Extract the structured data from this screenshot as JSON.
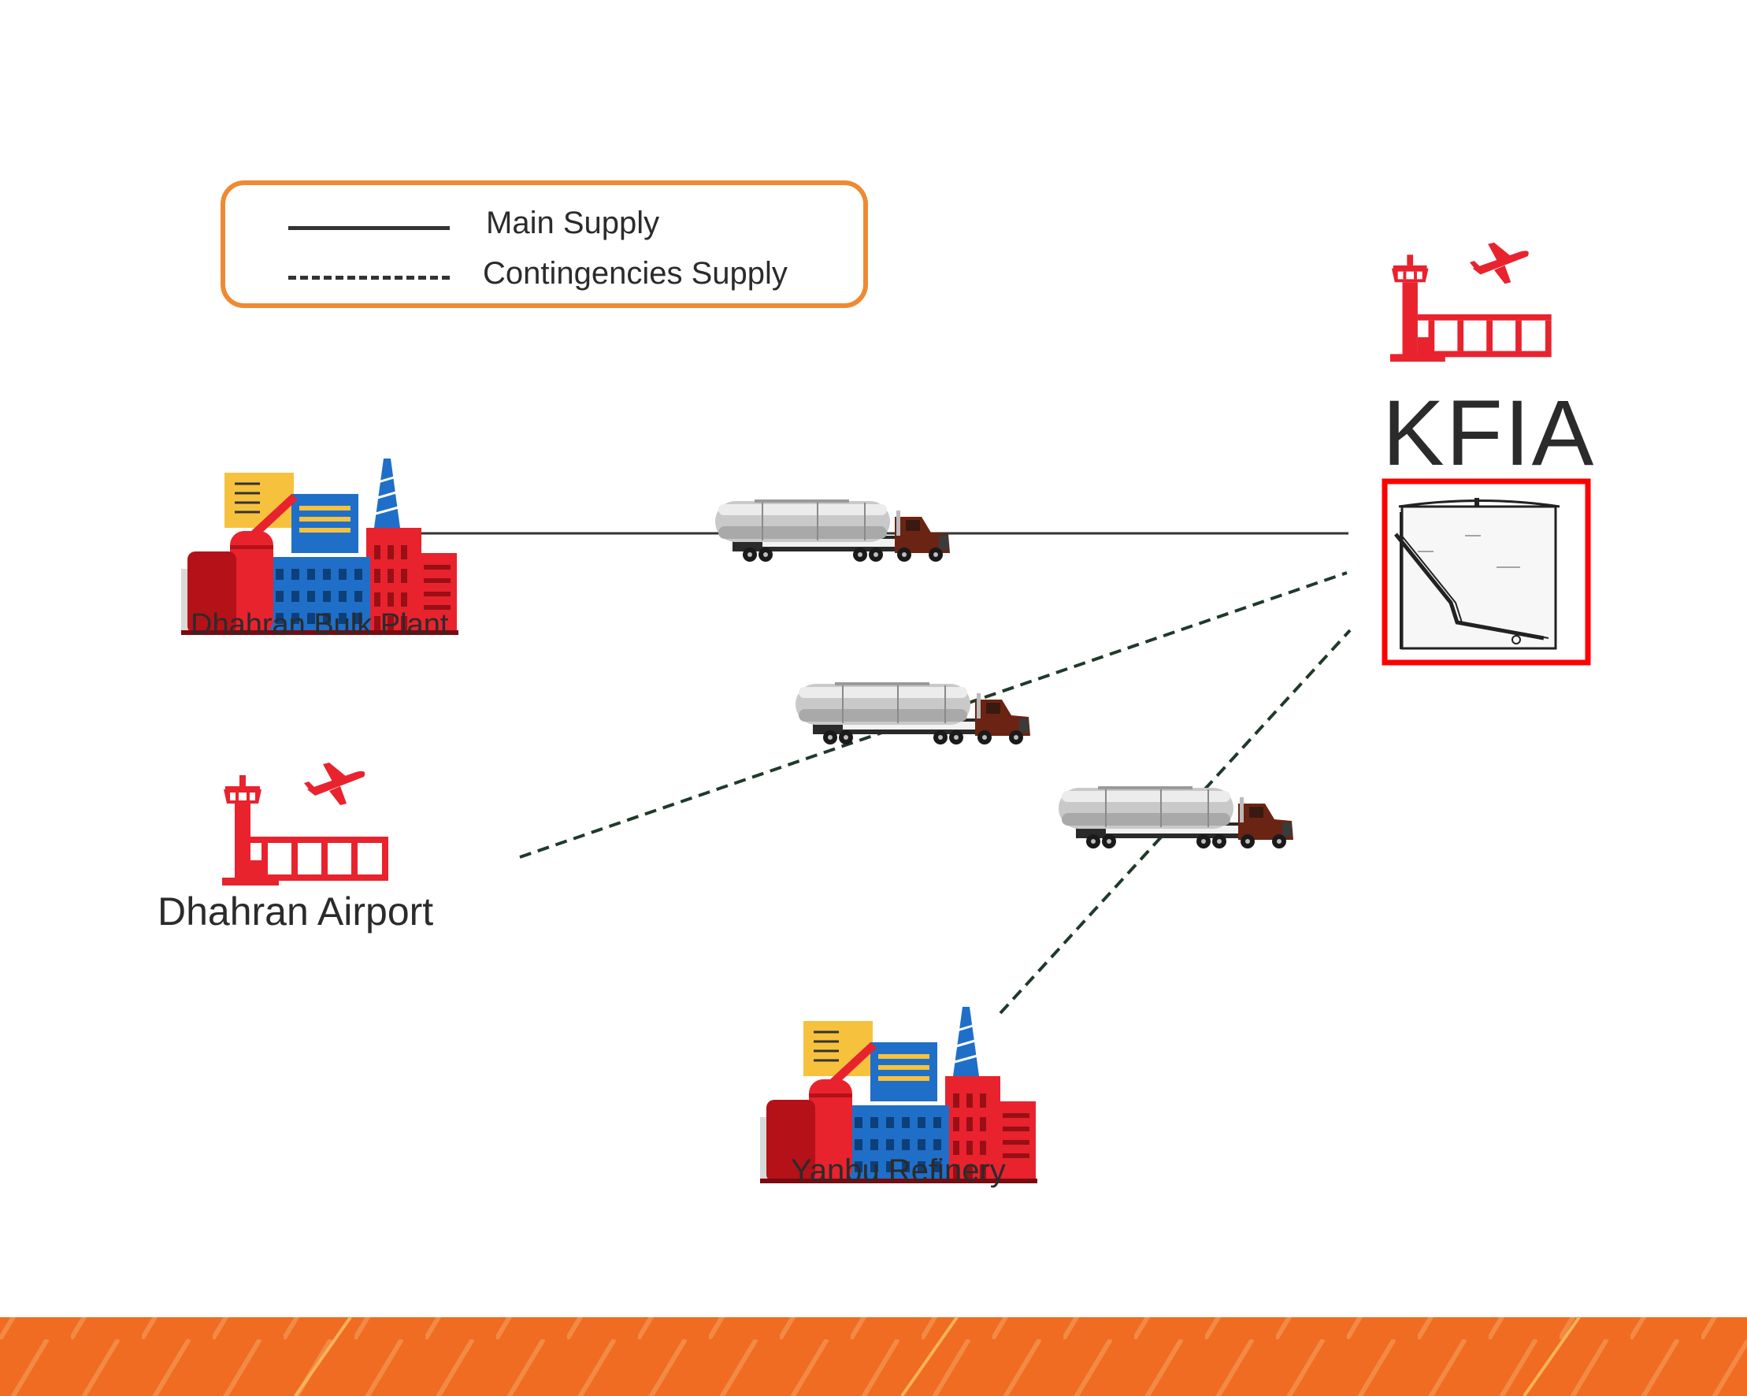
{
  "legend": {
    "main_label": "Main Supply",
    "contingency_label": "Contingencies Supply"
  },
  "nodes": {
    "dhahran_bulk_plant": "Dhahran Bulk Plant",
    "dhahran_airport": "Dhahran Airport",
    "yanbu_refinery": "Yanbu Refinery",
    "kfia": "KFIA"
  },
  "colors": {
    "legend_border": "#ee8a34",
    "line": "#333333",
    "dashed_line": "#1f3a2a",
    "accent_red": "#e8232e",
    "band_orange": "#ef6c22",
    "tank_frame": "#ff0000"
  },
  "icons": [
    "factory-icon",
    "airport-icon",
    "fuel-truck-icon",
    "storage-tank-icon"
  ]
}
